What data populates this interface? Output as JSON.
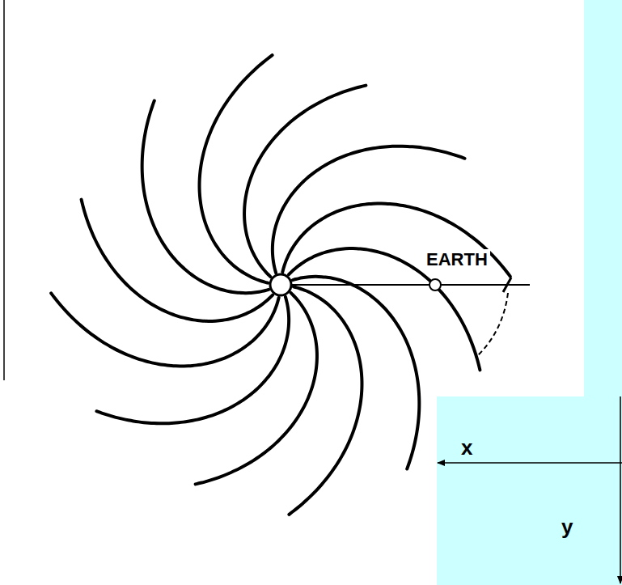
{
  "diagram": {
    "labels": [
      "EARTH",
      "x",
      "y"
    ]
  }
}
